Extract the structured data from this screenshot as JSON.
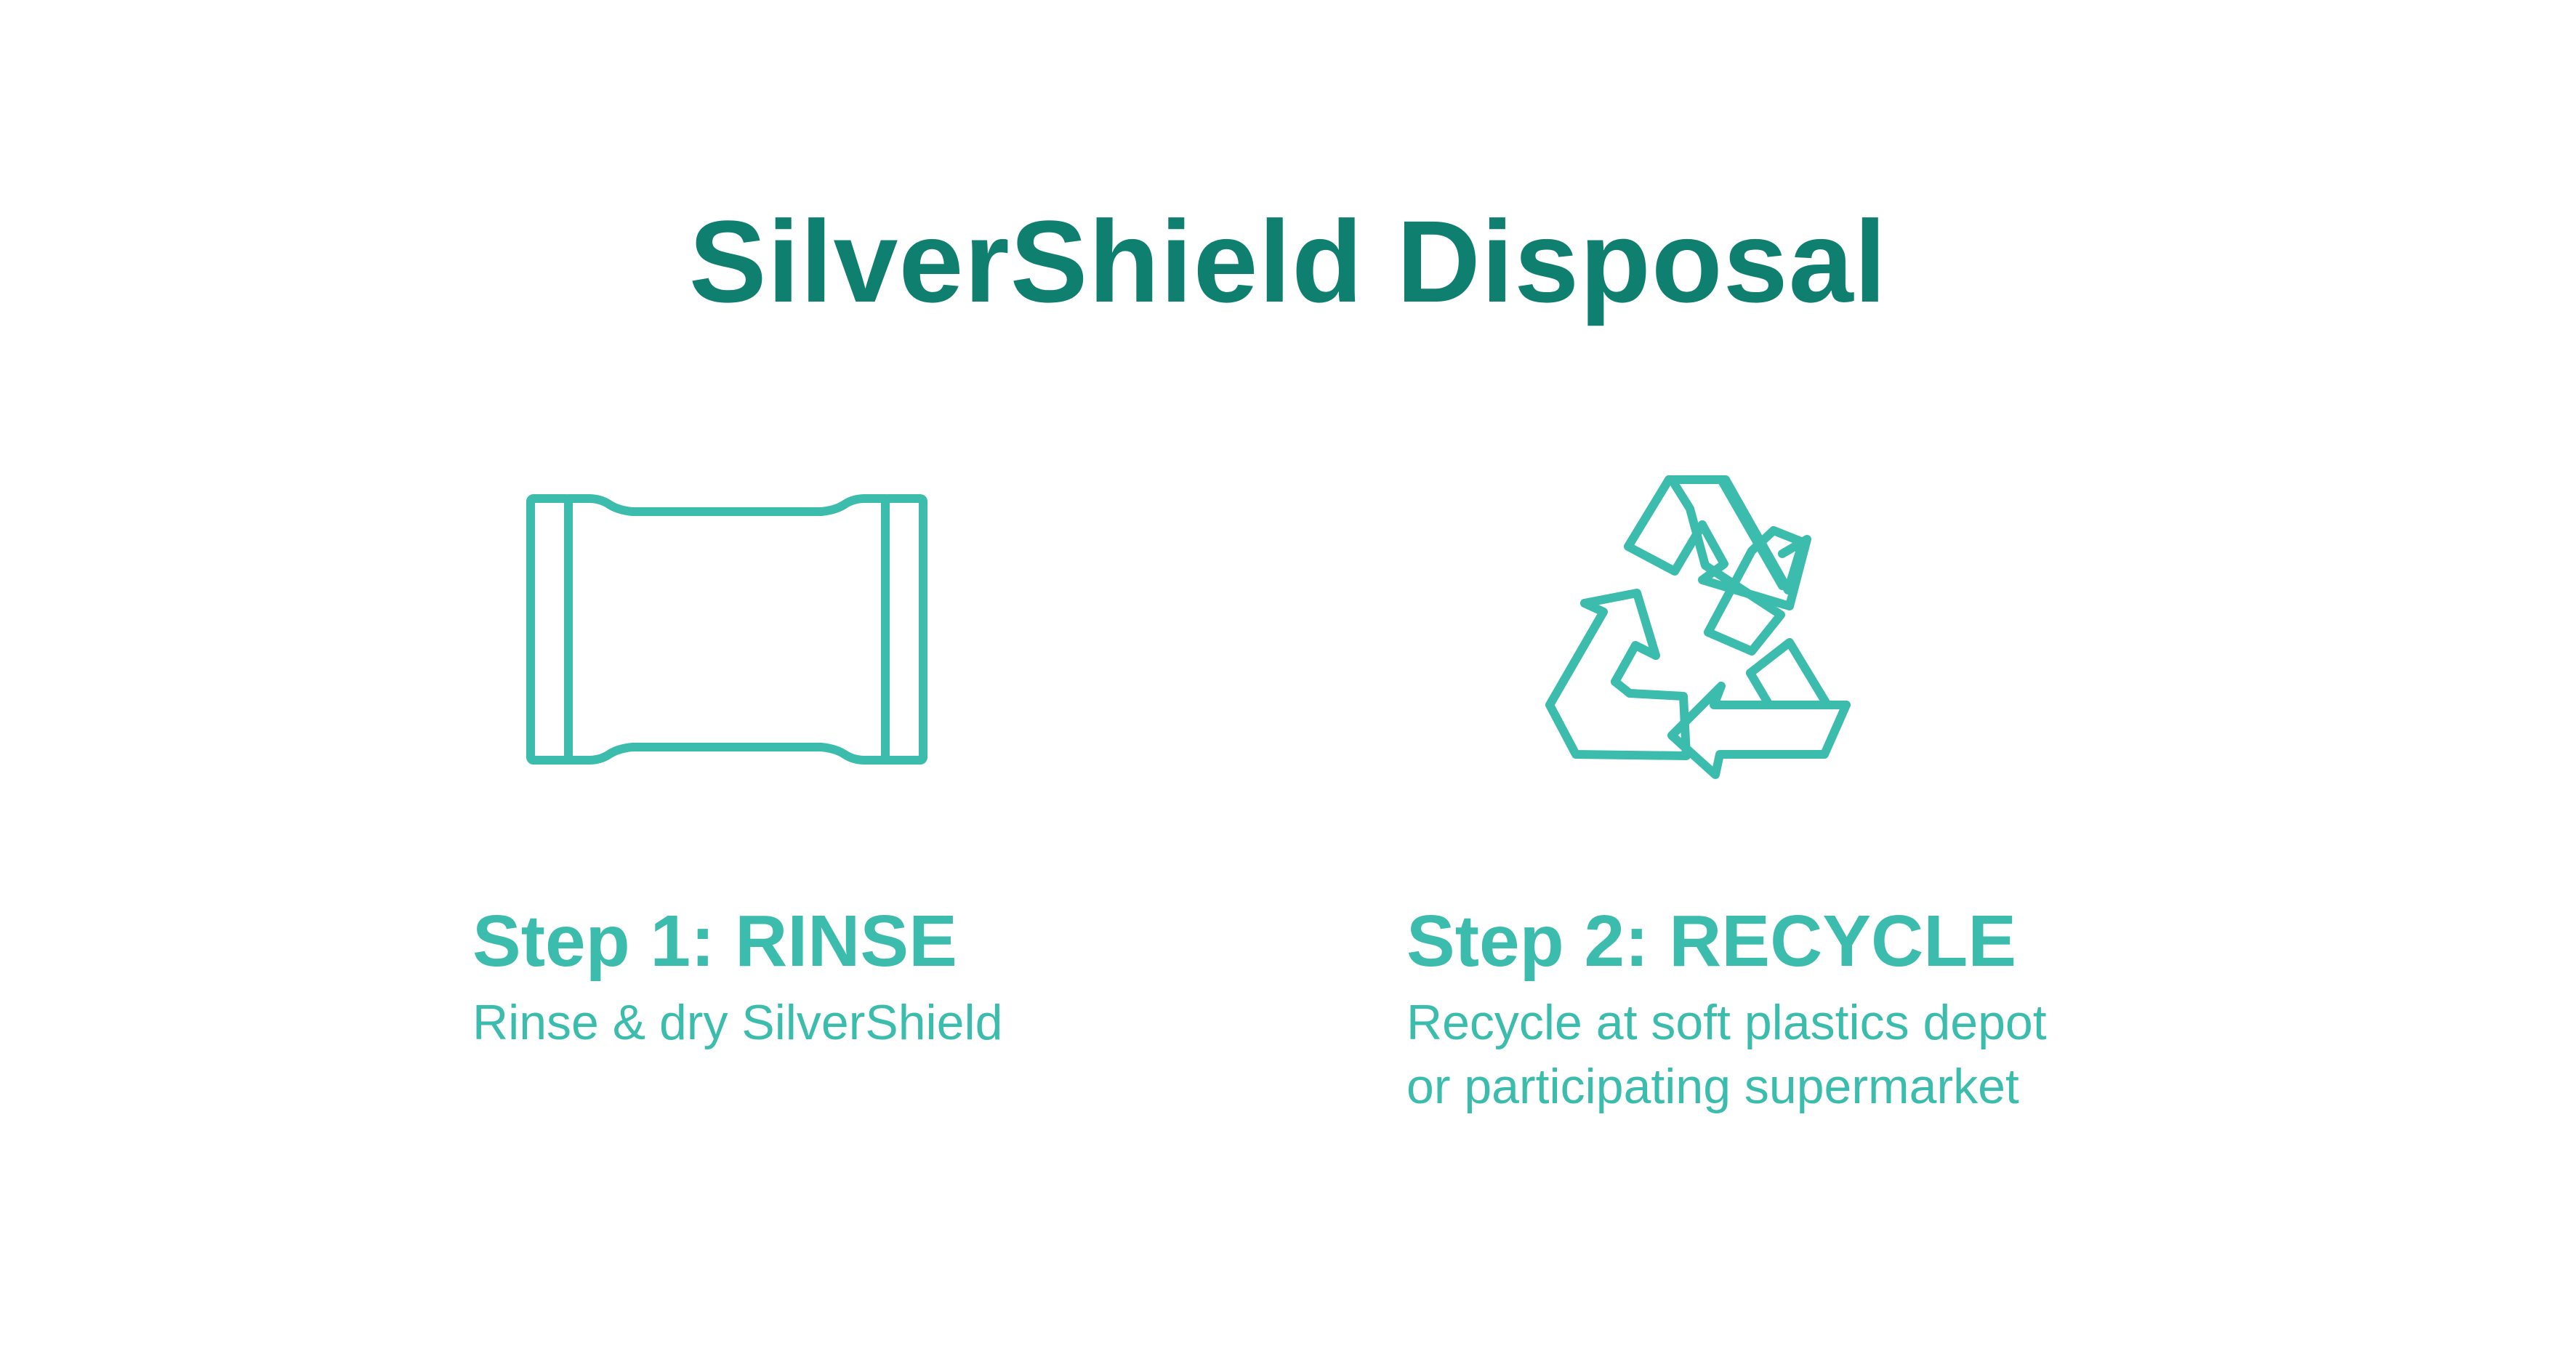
{
  "title": "SilverShield Disposal",
  "colors": {
    "title": "#0f8070",
    "accent": "#3bbcad",
    "background": "#ffffff"
  },
  "steps": [
    {
      "icon": "pouch-icon",
      "heading": "Step 1: RINSE",
      "description_lines": [
        "Rinse & dry SilverShield"
      ]
    },
    {
      "icon": "recycle-icon",
      "heading": "Step 2: RECYCLE",
      "description_lines": [
        "Recycle at soft plastics depot",
        "or participating supermarket"
      ]
    }
  ]
}
